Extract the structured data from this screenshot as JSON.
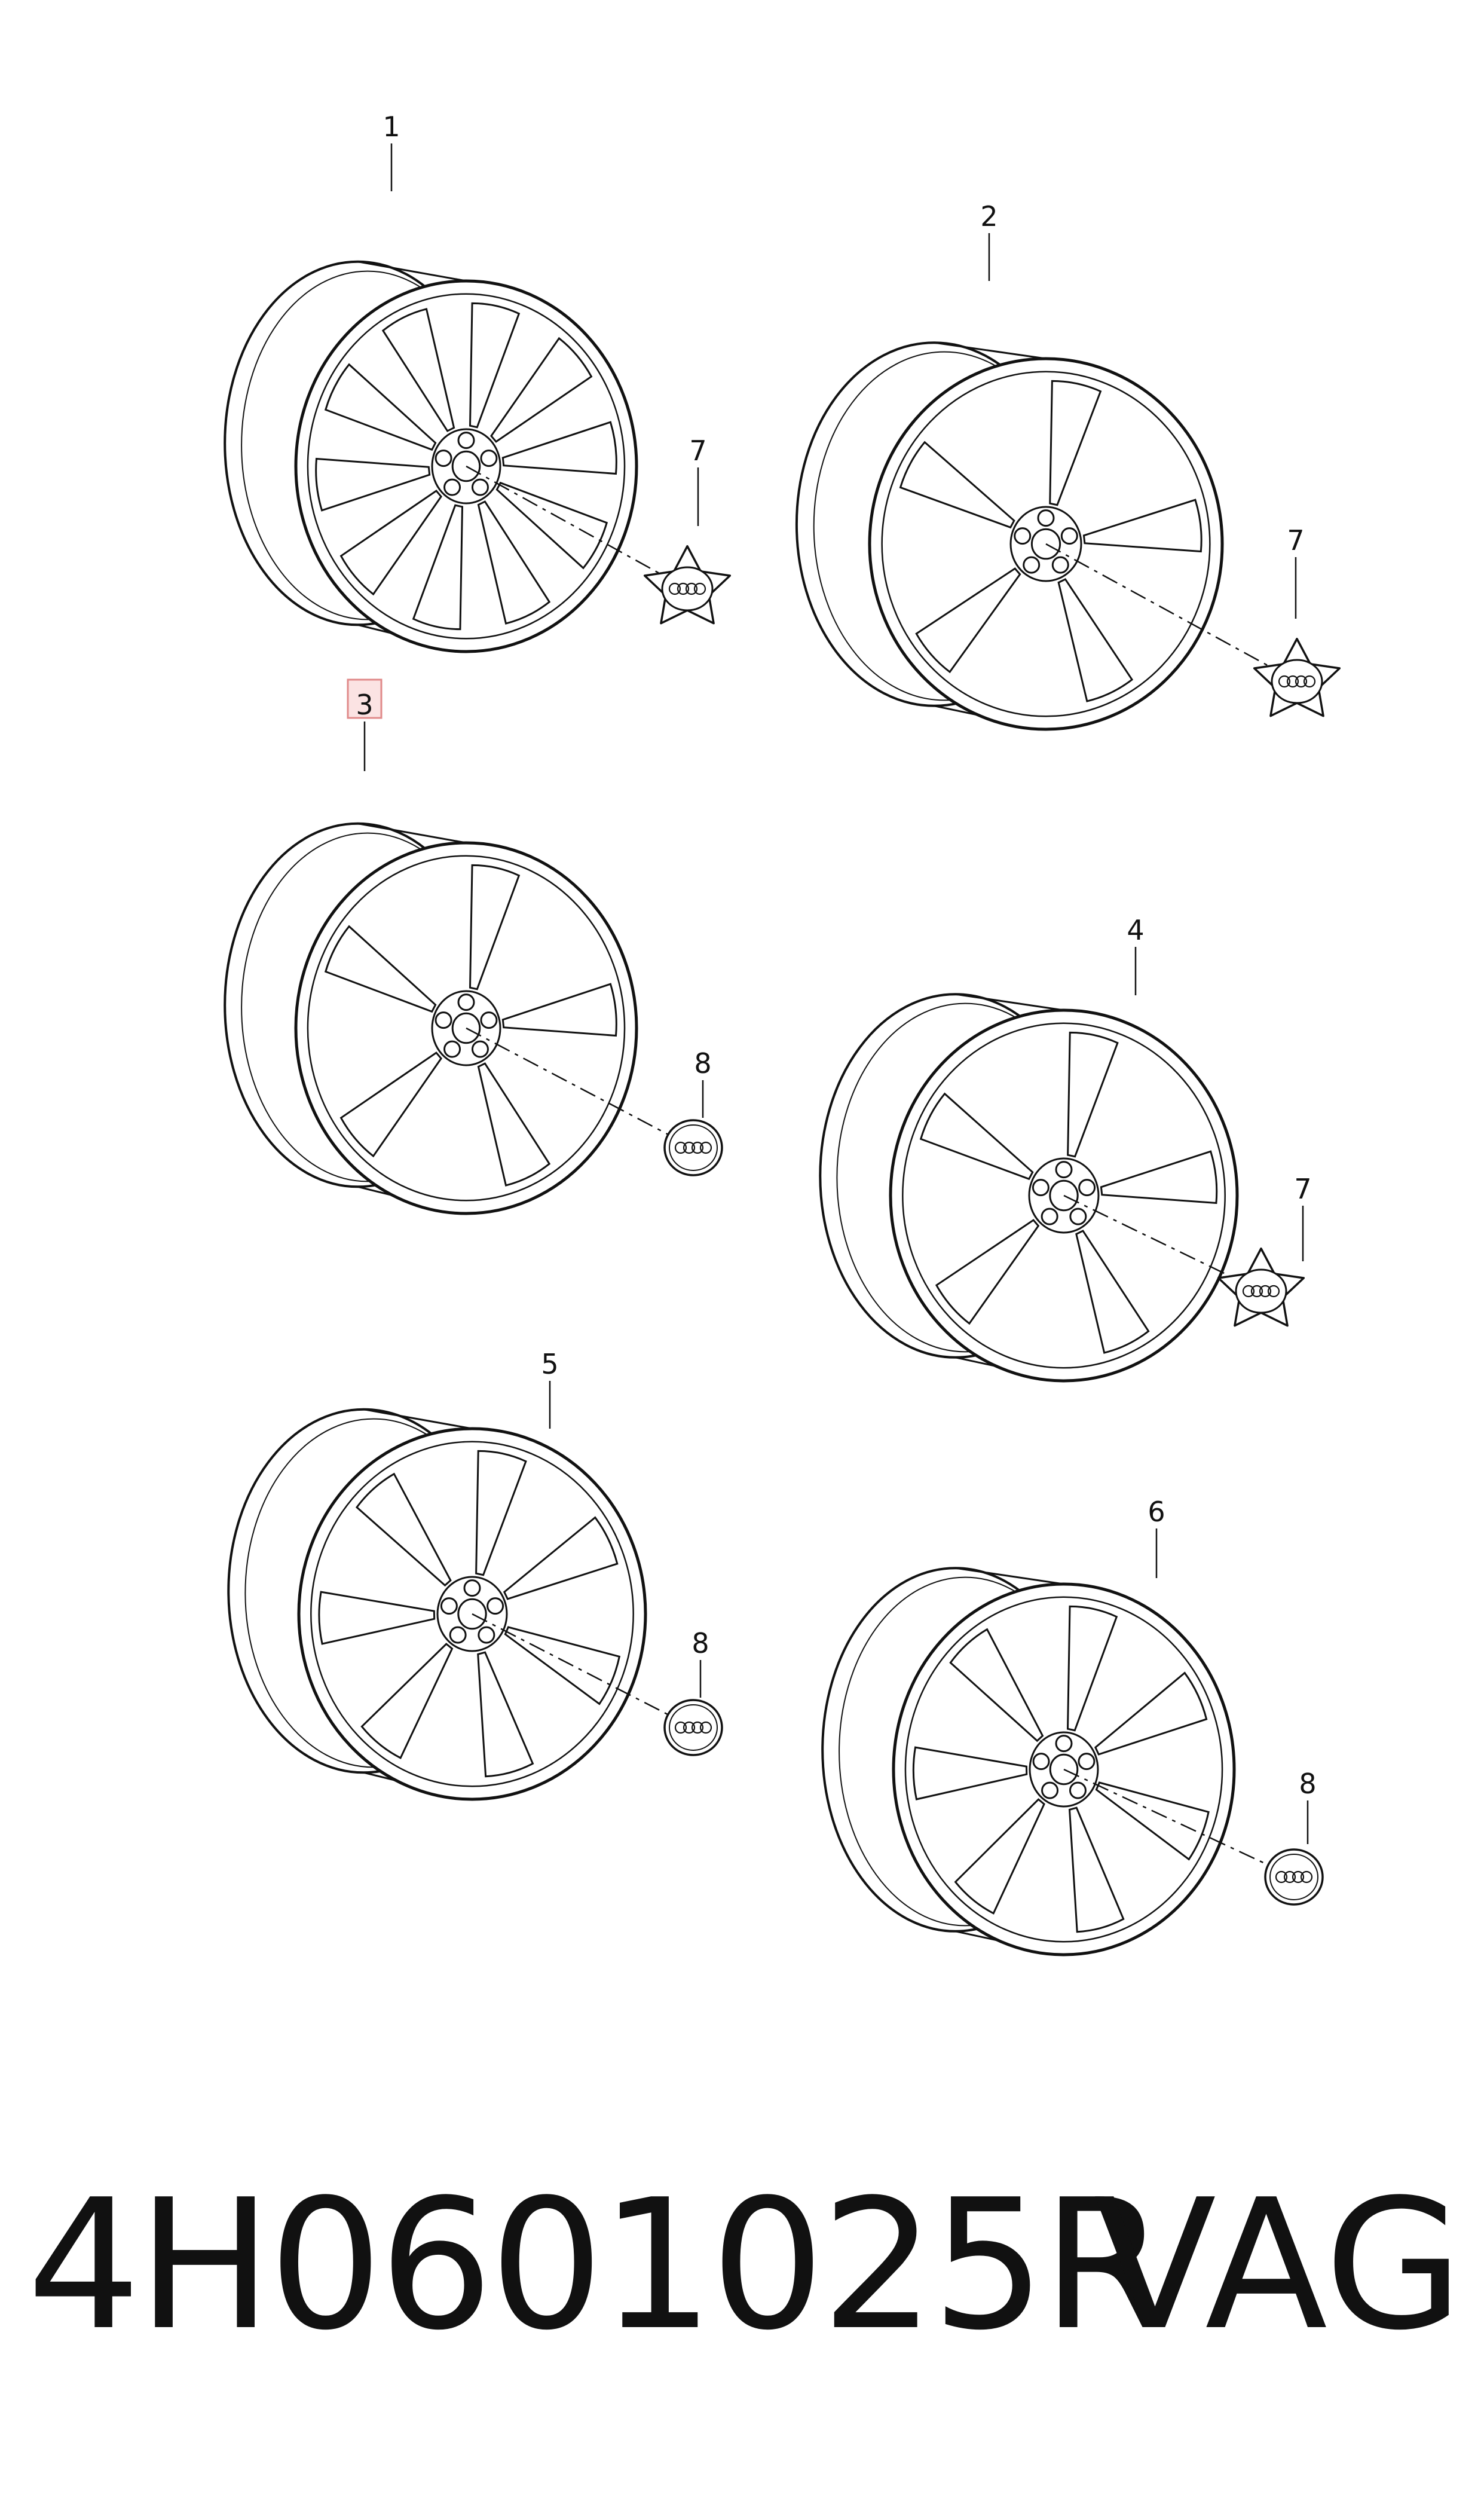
{
  "parts": [
    {
      "callout": "1",
      "type": "wheel",
      "spokes": 10,
      "highlighted": false
    },
    {
      "callout": "2",
      "type": "wheel",
      "spokes": 5,
      "highlighted": false
    },
    {
      "callout": "3",
      "type": "wheel",
      "spokes": 5,
      "highlighted": true
    },
    {
      "callout": "4",
      "type": "wheel",
      "spokes": 5,
      "highlighted": false
    },
    {
      "callout": "5",
      "type": "wheel",
      "spokes": 7,
      "highlighted": false
    },
    {
      "callout": "6",
      "type": "wheel",
      "spokes": 7,
      "highlighted": false
    },
    {
      "callout": "7",
      "type": "center-cap-star",
      "highlighted": false
    },
    {
      "callout": "7",
      "type": "center-cap-star",
      "highlighted": false
    },
    {
      "callout": "7",
      "type": "center-cap-star",
      "highlighted": false
    },
    {
      "callout": "8",
      "type": "center-cap-round",
      "highlighted": false
    },
    {
      "callout": "8",
      "type": "center-cap-round",
      "highlighted": false
    },
    {
      "callout": "8",
      "type": "center-cap-round",
      "highlighted": false
    }
  ],
  "footer": {
    "part_number": "4H0601025R",
    "brand": "VAG"
  },
  "colors": {
    "line": "#111111",
    "highlight_border": "#e08a8a",
    "highlight_fill": "#fbe3e3",
    "highlight_text": "#c0504d"
  }
}
